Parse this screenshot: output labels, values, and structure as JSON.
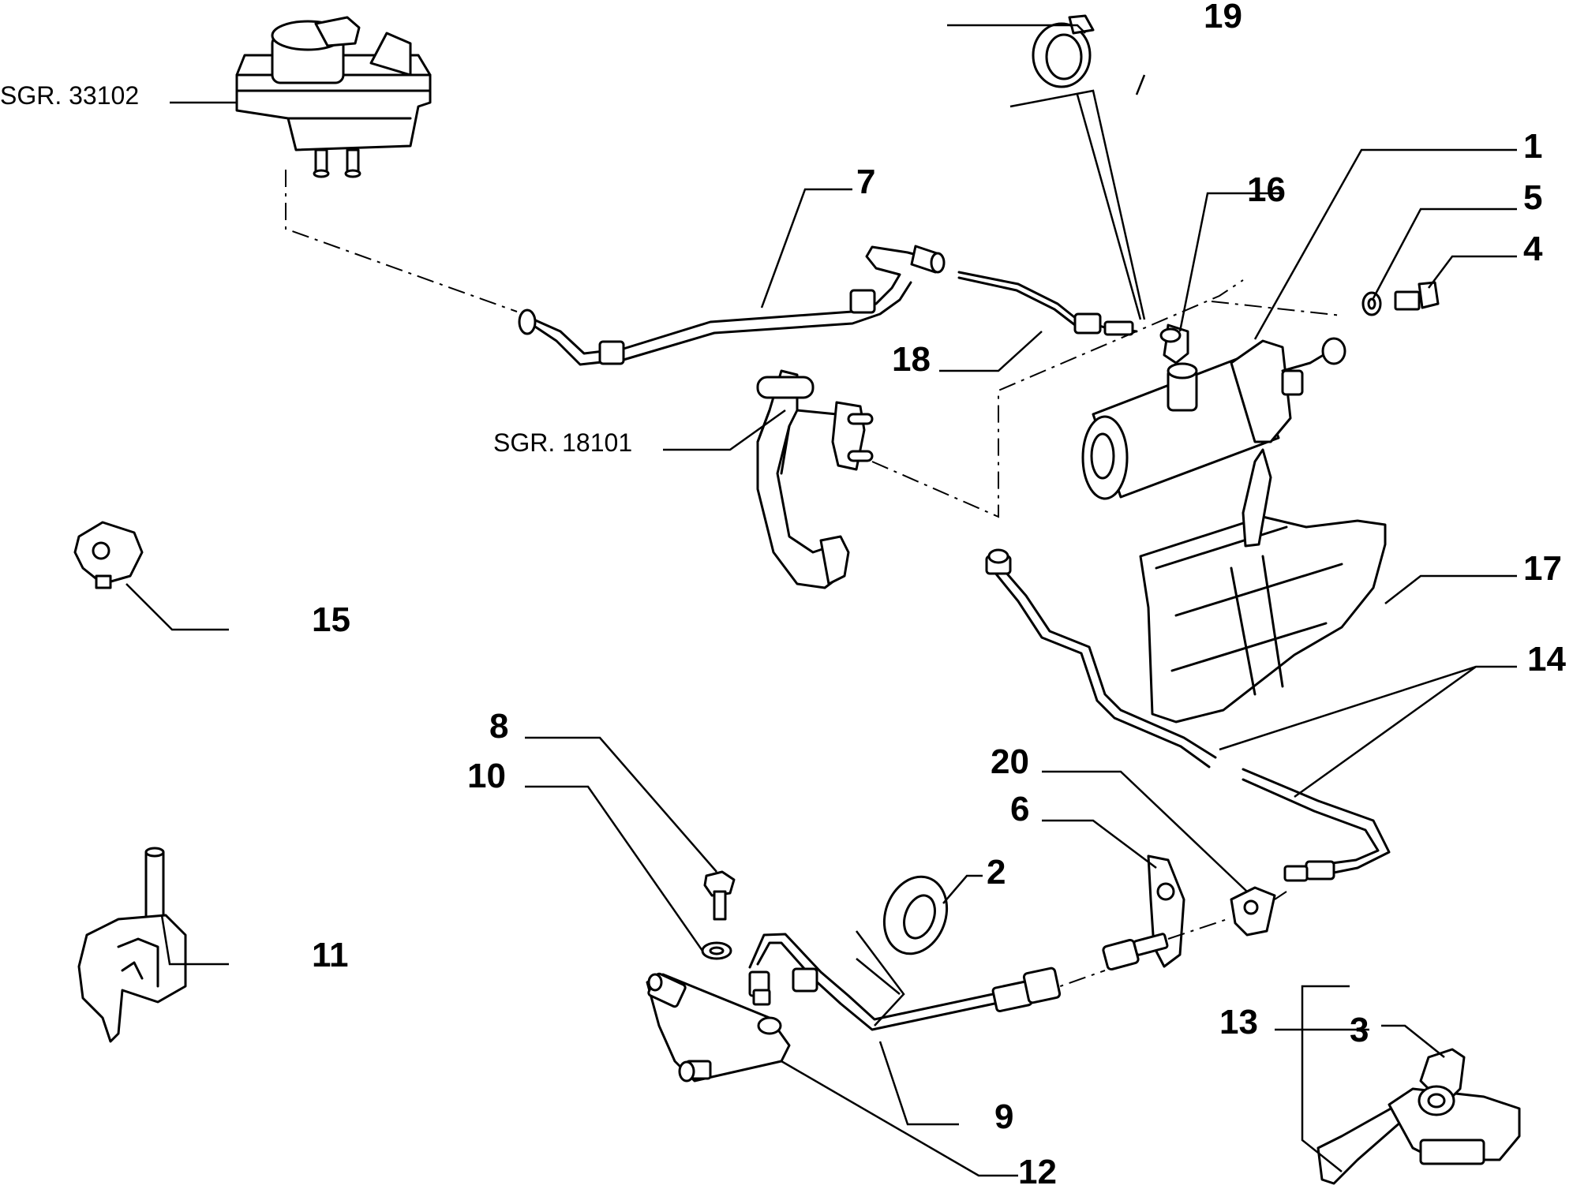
{
  "callouts": {
    "c1": "1",
    "c2": "2",
    "c3": "3",
    "c4": "4",
    "c5": "5",
    "c6": "6",
    "c7": "7",
    "c8": "8",
    "c9": "9",
    "c10": "10",
    "c11": "11",
    "c12": "12",
    "c13": "13",
    "c14": "14",
    "c15": "15",
    "c16": "16",
    "c17": "17",
    "c18": "18",
    "c19": "19",
    "c20": "20"
  },
  "references": {
    "reservoir": "SGR. 33102",
    "pedal": "SGR. 18101"
  }
}
